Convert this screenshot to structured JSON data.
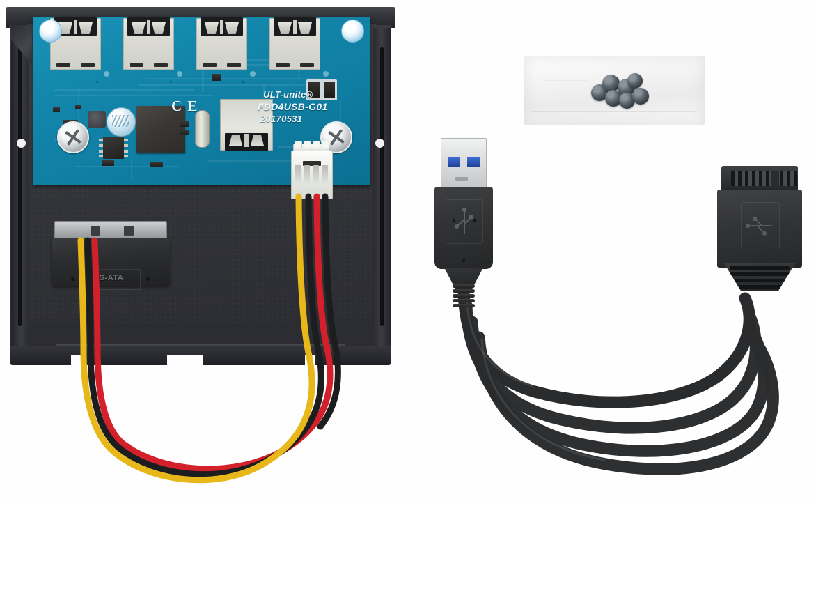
{
  "scene": {
    "title": "USB 3.0 front panel hub kit product photo",
    "background_color": "#ffffff",
    "items": [
      "drive-bay-bracket",
      "screw-bag",
      "usb3-cable"
    ]
  },
  "bracket": {
    "name": "3.5 inch floppy drive bay front panel bracket",
    "body_color": "#34353a",
    "face_color": "#3c3d42",
    "mounting_holes": 2,
    "side_rails": 2
  },
  "pcb": {
    "name": "FDD4USB-G01 USB 3.0 hub board",
    "color": "#1386ab",
    "silkscreen": {
      "brand": "ULT-unite®",
      "model": "FDD4USB-G01",
      "date_code": "20170531",
      "certification": "C E"
    },
    "usb_ports_front": 4,
    "usb_port_internal": 1,
    "components": [
      "hub-controller-chip",
      "soic8-eeprom",
      "crystal-oscillator",
      "electrolytic-capacitor",
      "power-inductor",
      "smd-resistors"
    ],
    "mounting_screws": 2,
    "corner_capacitors": 2
  },
  "header4pin": {
    "name": "4-pin white power header",
    "pins": 4,
    "shell_color": "#f1f2ee",
    "wire_colors": [
      "#e8b71a",
      "#1c1d1f",
      "#1c1d1f",
      "#d3202a"
    ]
  },
  "sata": {
    "name": "SATA 15-pin power connector",
    "label": "S-ATA",
    "body_color": "#2c2d2f",
    "metal_color": "#a9adb0",
    "wire_colors": [
      "#d3202a",
      "#1c1d1f",
      "#e8b71a"
    ]
  },
  "bag": {
    "name": "screw accessory bag",
    "material": "clear plastic",
    "screw_count": 7,
    "screw_color": "#3d464e",
    "bag_color": "#f5f5f5"
  },
  "cable": {
    "name": "USB 3.0 A-male to 20-pin internal header cable",
    "jacket_color": "#2a2b2d",
    "coiled": true,
    "cable_tie": true,
    "connector_a": {
      "name": "USB 3.0 Type-A male",
      "metal_color": "#dcdedf",
      "insert_color": "#2c50ad",
      "insert_count": 2,
      "logo": "usb-trident",
      "strain_relief_ribs": 5
    },
    "connector_b": {
      "name": "20-pin USB 3.0 motherboard header",
      "pin_count": 20,
      "body_color": "#333436",
      "logo": "usb-trident-rotated",
      "keyed_blank_pin": true
    }
  },
  "colors": {
    "pcb_teal": "#1386ab",
    "metal_black": "#34353a",
    "usb_blue": "#2c50ad",
    "wire_red": "#d3202a",
    "wire_yellow": "#e8b71a",
    "wire_black": "#1c1d1f",
    "connector_white": "#f1f2ee",
    "background": "#ffffff"
  }
}
